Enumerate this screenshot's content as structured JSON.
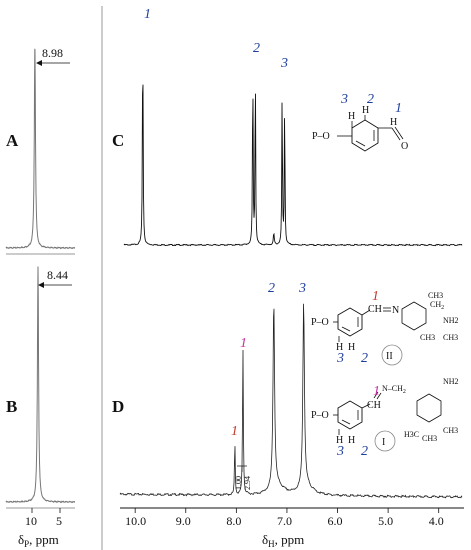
{
  "figure": {
    "panels": {
      "A": "A",
      "B": "B",
      "C": "C",
      "D": "D"
    },
    "peak_A_value": "8.98",
    "peak_B_value": "8.44",
    "left_axis": {
      "ticks": [
        "10",
        "5"
      ],
      "label": "δP, ppm"
    },
    "right_axis": {
      "ticks": [
        "10.0",
        "9.0",
        "8.0",
        "7.0",
        "6.0",
        "5.0",
        "4.0"
      ],
      "label": "δH, ppm"
    },
    "integrals": [
      "1.00",
      "2.94"
    ],
    "peak_labels_C": [
      "1",
      "2",
      "3"
    ],
    "peak_labels_D": [
      "1",
      "1",
      "2",
      "3"
    ],
    "structure_C": {
      "po": "P–O",
      "h": "H",
      "o": "O",
      "nums": [
        "3",
        "2",
        "1"
      ]
    },
    "structure_II": {
      "po": "P–O",
      "ch": "CH",
      "n": "N",
      "ch3a": "CH3",
      "ch3b": "CH3",
      "ch3c": "CH3",
      "nh2": "NH2",
      "roman": "II",
      "nums": [
        "1",
        "3",
        "2"
      ]
    },
    "structure_I": {
      "po": "P–O",
      "ch": "CH",
      "nch2": "N–CH2",
      "nh2": "NH2",
      "h3c": "H3C",
      "ch3a": "CH3",
      "ch3b": "CH3",
      "roman": "I",
      "nums": [
        "1",
        "3",
        "2"
      ]
    }
  },
  "chart_data": [
    {
      "panel": "A",
      "type": "line",
      "xlabel": "δP, ppm",
      "xlim": [
        14,
        2
      ],
      "peaks": [
        {
          "x": 8.98,
          "label": "8.98"
        }
      ]
    },
    {
      "panel": "B",
      "type": "line",
      "xlabel": "δP, ppm",
      "xlim": [
        14,
        2
      ],
      "peaks": [
        {
          "x": 8.44,
          "label": "8.44"
        }
      ]
    },
    {
      "panel": "C",
      "type": "line",
      "xlabel": "δH, ppm",
      "xlim": [
        10.3,
        3.5
      ],
      "peaks": [
        {
          "x": 9.85,
          "label": "1"
        },
        {
          "x": 7.65,
          "label": "2"
        },
        {
          "x": 7.07,
          "label": "3"
        }
      ]
    },
    {
      "panel": "D",
      "type": "line",
      "xlabel": "δH, ppm",
      "xlim": [
        10.3,
        3.5
      ],
      "peaks": [
        {
          "x": 8.03,
          "label": "1",
          "integral": "1.00"
        },
        {
          "x": 7.87,
          "label": "1",
          "integral": "2.94"
        },
        {
          "x": 7.26,
          "label": "2"
        },
        {
          "x": 6.67,
          "label": "3"
        }
      ]
    }
  ]
}
